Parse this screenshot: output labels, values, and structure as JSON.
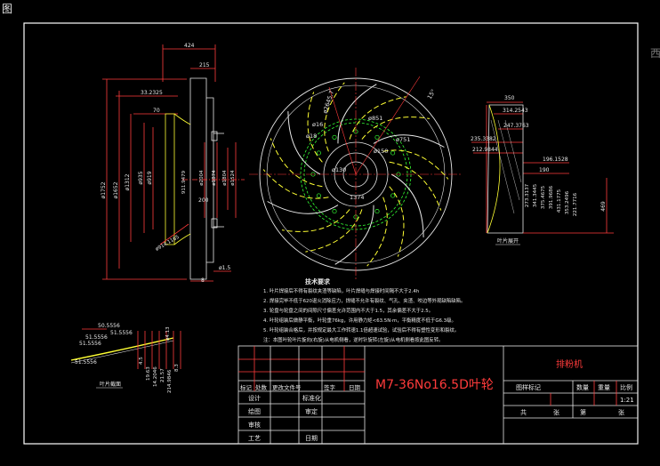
{
  "corner_label": "图",
  "right_edge_fragment": "西",
  "title_block": {
    "drawing_name": "M7-36No16.5D叶轮",
    "product_name": "排粉机",
    "headers_left": [
      "标记",
      "处数",
      "更改文件号",
      "签字",
      "日期"
    ],
    "rows_left": [
      [
        "设计",
        "",
        "标准化",
        ""
      ],
      [
        "绘图",
        "",
        "审定",
        ""
      ],
      [
        "审核",
        "",
        "",
        ""
      ],
      [
        "工艺",
        "",
        "日期",
        ""
      ]
    ],
    "headers_right": [
      "图样标记",
      "数量",
      "重量",
      "比例"
    ],
    "scale": "1:21",
    "sheet_total": "共",
    "sheet_unit": "张",
    "sheet_no": "第",
    "sheet_unit2": "张"
  },
  "tech_notes": {
    "title": "技术要求",
    "items": [
      "1. 叶片焊接后不得有裂纹夹渣等缺陷，叶片焊缝与焊接时间隔不大于2.4h",
      "2. 焊接完毕不低于620退火消除应力，焊缝不允许有裂纹、气孔、夹渣、咬边等外观缺陷缺陷。",
      "3. 轮盘与轮盘之间的间隙尺寸偏差允许范围内不大于1.5，其余偏差不大于2.5。",
      "4. 叶轮组装后做静平衡，叶轮重76kg，许用静力矩<63.5N·m，平衡精度不低于G6.3级。",
      "5. 叶轮组装合格后，并按规定最大工作转速1.1倍超速试验，试验后不得有塑性变形和裂纹。",
      "注：本图叶轮叶片旋向(右旋)从电机侧看，逆时针旋转(左旋)从电机侧看按此图反转。"
    ]
  },
  "side_view_dims": [
    "424",
    "215",
    "33.2325",
    "70",
    "ø1752",
    "ø1652",
    "ø1312",
    "ø935",
    "ø919",
    "ø2004",
    "ø1874",
    "ø1804",
    "ø1524",
    "911.9479",
    "200",
    "ø914.1165",
    "8",
    "ø1.5"
  ],
  "front_view_dims": [
    "ø2645.7",
    "ø851",
    "ø16",
    "ø18",
    "ø751",
    "ø150",
    "1374",
    "ø130",
    "15°"
  ],
  "right_view": {
    "dims": [
      "350",
      "314.2543",
      "247.3763",
      "235.3382",
      "212.9844",
      "196.1528",
      "190",
      "273.3137",
      "341.3445",
      "375.4675",
      "391.9686",
      "431.1775",
      "353.2496",
      "221.7716",
      "469"
    ],
    "label": "叶片展开"
  },
  "blade_view": {
    "dims": [
      "50.5556",
      "51.5556",
      "51.5556",
      "51.5556",
      "51.5556",
      "4.5",
      "19.63",
      "14.2046",
      "21.57",
      "214.9846",
      "8.3",
      "ø4.13"
    ],
    "label": "叶片截面"
  },
  "colors": {
    "background": "#000000",
    "frame": "#ffffff",
    "title_red": "#ff3b3b",
    "dim_red": "#ff3b3b",
    "line_yellow": "#ffff33",
    "hatch_green": "#33ff33",
    "text": "#e8e8e8"
  }
}
